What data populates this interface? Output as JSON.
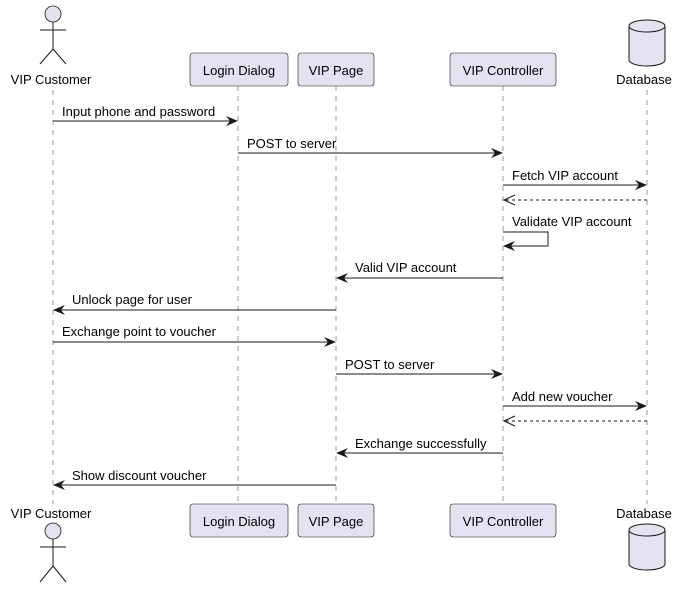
{
  "participants": {
    "customer": {
      "label": "VIP Customer",
      "kind": "actor"
    },
    "login": {
      "label": "Login Dialog",
      "kind": "participant"
    },
    "page": {
      "label": "VIP Page",
      "kind": "participant"
    },
    "controller": {
      "label": "VIP Controller",
      "kind": "participant"
    },
    "database": {
      "label": "Database",
      "kind": "database"
    }
  },
  "messages": [
    {
      "from": "customer",
      "to": "login",
      "label": "Input phone and password",
      "style": "solid"
    },
    {
      "from": "login",
      "to": "controller",
      "label": "POST to server",
      "style": "solid"
    },
    {
      "from": "controller",
      "to": "database",
      "label": "Fetch VIP account",
      "style": "solid"
    },
    {
      "from": "database",
      "to": "controller",
      "label": "",
      "style": "dashed"
    },
    {
      "from": "controller",
      "to": "controller",
      "label": "Validate VIP account",
      "style": "self"
    },
    {
      "from": "controller",
      "to": "page",
      "label": "Valid VIP account",
      "style": "solid"
    },
    {
      "from": "page",
      "to": "customer",
      "label": "Unlock page for user",
      "style": "solid"
    },
    {
      "from": "customer",
      "to": "page",
      "label": "Exchange point to voucher",
      "style": "solid"
    },
    {
      "from": "page",
      "to": "controller",
      "label": "POST to server",
      "style": "solid"
    },
    {
      "from": "controller",
      "to": "database",
      "label": "Add new voucher",
      "style": "solid"
    },
    {
      "from": "database",
      "to": "controller",
      "label": "",
      "style": "dashed"
    },
    {
      "from": "controller",
      "to": "page",
      "label": "Exchange successfully",
      "style": "solid"
    },
    {
      "from": "page",
      "to": "customer",
      "label": "Show discount voucher",
      "style": "solid"
    }
  ],
  "colors": {
    "participant_fill": "#E2E2F0",
    "line": "#181818",
    "lifeline": "#999999"
  }
}
